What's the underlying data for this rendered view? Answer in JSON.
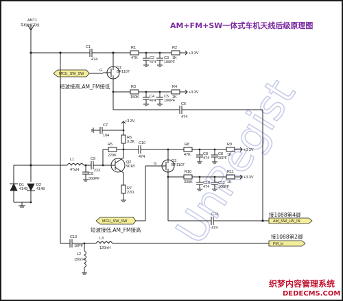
{
  "title": "AM+FM+SW一体式车机天线后级原理图",
  "antenna": {
    "label": "ANT1",
    "sub": "车机拉杆天线"
  },
  "parts": {
    "C1": {
      "ref": "C1",
      "val": "474"
    },
    "R1": {
      "ref": "R1",
      "val": "47K"
    },
    "C2": {
      "ref": "C2",
      "val": "474"
    },
    "C3": {
      "ref": "C3",
      "val": "100PF"
    },
    "R2": {
      "ref": "R2",
      "val": "1K"
    },
    "Q1": {
      "ref": "Q1",
      "val": "BF1107"
    },
    "R3": {
      "ref": "R3",
      "val": "150K"
    },
    "C4": {
      "ref": "C4",
      "val": "474"
    },
    "C5": {
      "ref": "C5",
      "val": "100PF"
    },
    "R4": {
      "ref": "R4",
      "val": "1K"
    },
    "C6": {
      "ref": "C6",
      "val": "474"
    },
    "C7": {
      "ref": "C7",
      "val": "104"
    },
    "R6": {
      "ref": "R6",
      "val": "3.3K"
    },
    "R5": {
      "ref": "R5",
      "val": "220K"
    },
    "C10": {
      "ref": "C10",
      "val": "474"
    },
    "Q2": {
      "ref": "Q2",
      "val": "9018"
    },
    "R7": {
      "ref": "R7",
      "val": "22Ω"
    },
    "L1": {
      "ref": "L1",
      "val": "47uH"
    },
    "C9": {
      "ref": "C9",
      "val": "223"
    },
    "C8": {
      "ref": "C8",
      "val": "300PF"
    },
    "R8": {
      "ref": "R8",
      "val": "47K"
    },
    "C8b": {
      "ref": "C8",
      "val": "474"
    },
    "C8c": {
      "ref": "C8",
      "val": "20PF"
    },
    "R9": {
      "ref": "R9",
      "val": "1K"
    },
    "Q3": {
      "ref": "Q3",
      "val": "BF1107"
    },
    "R10": {
      "ref": "R10",
      "val": "330K"
    },
    "C10b": {
      "ref": "C10",
      "val": "474"
    },
    "C11": {
      "ref": "C11",
      "val": "100PF"
    },
    "R11": {
      "ref": "R11",
      "val": "1K"
    },
    "C12": {
      "ref": "C12",
      "val": "474"
    },
    "D1": {
      "ref": "D1",
      "val": "4148"
    },
    "D2": {
      "ref": "D2",
      "val": "4148"
    },
    "C13": {
      "ref": "C13",
      "val": "10PF"
    },
    "L3": {
      "ref": "L3",
      "val": "120nH"
    },
    "L2": {
      "ref": "L2",
      "val": "150nH"
    }
  },
  "vcc": [
    "+3.3V",
    "+3.3V",
    "+3.3V",
    "+3.3V",
    "+3.3V"
  ],
  "nets": {
    "mcu1": "MCU_SW_SW",
    "note1": "短波接高,AM_FM接低",
    "mcu2": "MCU_SW_SW",
    "note2": "短波接低,AM_FM接高",
    "pin4": "接1088第4脚",
    "amsw": "AM_SW_LW_IN",
    "pin2": "接1088第2脚",
    "fmin": "FM_in"
  },
  "pin_g": "G",
  "watermark": "UnRegist",
  "footer": {
    "line1": "织梦内容管理系统",
    "line2": "DEDECMS.COM"
  }
}
